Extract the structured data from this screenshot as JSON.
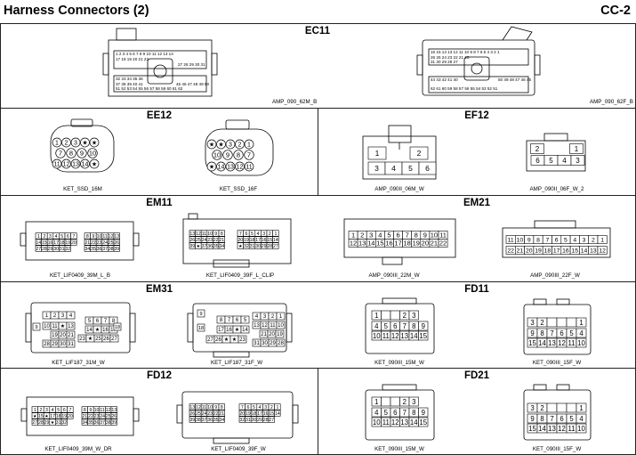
{
  "header": {
    "title": "Harness Connectors (2)",
    "page_code": "CC-2"
  },
  "sections": {
    "ec11": {
      "title": "EC11",
      "left_caption": "AMP_090_62M_B",
      "right_caption": "AMP_090_62F_B",
      "left_pins": {
        "r1": "1 2 3 4 5 6 7 8 9 10 11 12 13 14",
        "r2": "17 18 19 20 21 22",
        "r3": "27 28 29 30 31",
        "r4": "32 33 34 35 36",
        "r5": "37 38 39 40 41",
        "r6": "45 46 47 48 49 50",
        "r7": "51 52 53 54 55 56 57 58 59 60 61 62"
      },
      "right_pins": {
        "r1": "16 15 14 13 12 11 10 9 8 7 6 5 4 3 2 1",
        "r2": "26 25 24 23 22 21 20",
        "r3": "31 30 29 28 27",
        "r4": "44 43 42 41 40",
        "r5": "50 49 48 47 46 45",
        "r6": "62 61 60 59 58 57 56 55 54 53 52 51"
      }
    },
    "ee12": {
      "title": "EE12",
      "left_caption": "KET_SSD_16M",
      "right_caption": "KET_SSD_16F"
    },
    "ef12": {
      "title": "EF12",
      "left_caption": "AMP_090II_06M_W",
      "right_caption": "AMP_090II_06F_W_2"
    },
    "em11": {
      "title": "EM11",
      "left_caption": "KET_LIF0409_39M_L_B",
      "right_caption": "KET_LIF0409_39F_L_CLIP"
    },
    "em21": {
      "title": "EM21",
      "left_caption": "AMP_090III_22M_W",
      "right_caption": "AMP_090III_22F_W"
    },
    "em31": {
      "title": "EM31",
      "left_caption": "KET_LIF187_31M_W",
      "right_caption": "KET_LIF187_31F_W"
    },
    "fd11": {
      "title": "FD11",
      "left_caption": "KET_090III_15M_W",
      "right_caption": "KET_090III_15F_W"
    },
    "fd12": {
      "title": "FD12",
      "left_caption": "KET_LIF0409_39M_W_DR",
      "right_caption": "KET_LIF0409_39F_W"
    },
    "fd21": {
      "title": "FD21",
      "left_caption": "KET_090III_15M_W",
      "right_caption": "KET_090III_15F_W"
    }
  },
  "pins": {
    "ee12_m_rows": [
      [
        "1",
        "2",
        "3",
        "★",
        "★"
      ],
      [
        "7",
        "8",
        "9",
        "10"
      ],
      [
        "11",
        "12",
        "13",
        "14",
        "★"
      ]
    ],
    "ee12_m_side": "7",
    "ee12_f_rows": [
      [
        "★",
        "★",
        "3",
        "2",
        "1"
      ],
      [
        "10",
        "9",
        "8",
        "7"
      ],
      [
        "★",
        "14",
        "13",
        "12",
        "11"
      ]
    ],
    "ef12_m": [
      "1",
      "2",
      "3",
      "4",
      "5",
      "6"
    ],
    "ef12_f": [
      "2",
      "1",
      "6",
      "5",
      "4",
      "3"
    ],
    "em11_m": [
      [
        "1",
        "2",
        "3",
        "4",
        "5",
        "6",
        "7"
      ],
      [
        "14",
        "15",
        "16",
        "17",
        "18",
        "19",
        "20"
      ],
      [
        "27",
        "28",
        "29",
        "30",
        "31",
        "32"
      ],
      [
        "8",
        "9",
        "10",
        "11",
        "12",
        "13"
      ],
      [
        "21",
        "22",
        "23",
        "24",
        "25",
        "26"
      ],
      [
        "34",
        "35",
        "36",
        "37",
        "38",
        "39"
      ]
    ],
    "em11_f": [
      [
        "13",
        "12",
        "11",
        "10",
        "9",
        "8"
      ],
      [
        "26",
        "25",
        "24",
        "23",
        "22",
        "21"
      ],
      [
        "39",
        "★",
        "37",
        "36",
        "35",
        "34"
      ],
      [
        "7",
        "6",
        "5",
        "4",
        "3",
        "2",
        "1"
      ],
      [
        "20",
        "19",
        "18",
        "17",
        "16",
        "15",
        "14"
      ],
      [
        "★",
        "32",
        "31",
        "30",
        "29",
        "28",
        "27"
      ]
    ],
    "em21_m": [
      [
        "1",
        "2",
        "3",
        "4",
        "5",
        "6",
        "7",
        "8",
        "9",
        "10",
        "11"
      ],
      [
        "12",
        "13",
        "14",
        "15",
        "16",
        "17",
        "18",
        "19",
        "20",
        "21",
        "22"
      ]
    ],
    "em21_f": [
      [
        "11",
        "10",
        "9",
        "8",
        "7",
        "6",
        "5",
        "4",
        "3",
        "2",
        "1"
      ],
      [
        "22",
        "21",
        "20",
        "19",
        "18",
        "17",
        "16",
        "15",
        "14",
        "13",
        "12"
      ]
    ],
    "em31_m": [
      [
        "1",
        "2",
        "3",
        "4"
      ],
      [
        "10",
        "11",
        "★",
        "13"
      ],
      [
        "19",
        "20",
        "21"
      ],
      [
        "28",
        "29",
        "30",
        "31"
      ],
      [
        "5",
        "6",
        "7",
        "8"
      ],
      [
        "14",
        "★",
        "16",
        "17"
      ],
      [
        "23",
        "★",
        "25",
        "26",
        "27"
      ],
      [
        "9",
        "18"
      ]
    ],
    "em31_f": [
      [
        "8",
        "7",
        "6",
        "5"
      ],
      [
        "17",
        "16",
        "★",
        "14"
      ],
      [
        "27",
        "26",
        "★",
        "★",
        "23"
      ],
      [
        "4",
        "3",
        "2",
        "1"
      ],
      [
        "13",
        "12",
        "11",
        "10"
      ],
      [
        "21",
        "20",
        "19"
      ],
      [
        "31",
        "30",
        "29",
        "28"
      ],
      [
        "9",
        "18"
      ]
    ],
    "fd11_m": [
      [
        "1",
        "",
        "",
        "2",
        "3"
      ],
      [
        "4",
        "5",
        "6",
        "7",
        "8",
        "9"
      ],
      [
        "10",
        "11",
        "12",
        "13",
        "14",
        "15"
      ]
    ],
    "fd11_f": [
      [
        "3",
        "2",
        "",
        "",
        "",
        "1"
      ],
      [
        "9",
        "8",
        "7",
        "6",
        "5",
        "4"
      ],
      [
        "15",
        "14",
        "13",
        "12",
        "11",
        "10"
      ]
    ],
    "fd12_m": [
      [
        "1",
        "2",
        "3",
        "4",
        "5",
        "6",
        "7"
      ],
      [
        "★",
        "15",
        "★",
        "17",
        "18",
        "19",
        "20"
      ],
      [
        "27",
        "28",
        "29",
        "★",
        "31",
        "32"
      ],
      [
        "8",
        "9",
        "10",
        "11",
        "12",
        "13"
      ],
      [
        "21",
        "22",
        "23",
        "24",
        "25",
        "26"
      ],
      [
        "34",
        "35",
        "36",
        "37",
        "38",
        "39"
      ]
    ],
    "fd12_f": [
      [
        "13",
        "12",
        "11",
        "10",
        "9",
        "8"
      ],
      [
        "26",
        "25",
        "24",
        "23",
        "22",
        "21"
      ],
      [
        "39",
        "38",
        "37",
        "36",
        "35",
        "34"
      ],
      [
        "7",
        "6",
        "5",
        "4",
        "3",
        "2",
        "1"
      ],
      [
        "20",
        "19",
        "18",
        "17",
        "16",
        "15",
        "14"
      ],
      [
        "32",
        "31",
        "30",
        "29",
        "28",
        "27"
      ]
    ],
    "fd21_m": [
      [
        "1",
        "",
        "",
        "2",
        "3"
      ],
      [
        "4",
        "5",
        "6",
        "7",
        "8",
        "9"
      ],
      [
        "10",
        "11",
        "12",
        "13",
        "14",
        "15"
      ]
    ],
    "fd21_f": [
      [
        "3",
        "2",
        "",
        "",
        "",
        "1"
      ],
      [
        "9",
        "8",
        "7",
        "6",
        "5",
        "4"
      ],
      [
        "15",
        "14",
        "13",
        "12",
        "11",
        "10"
      ]
    ]
  }
}
